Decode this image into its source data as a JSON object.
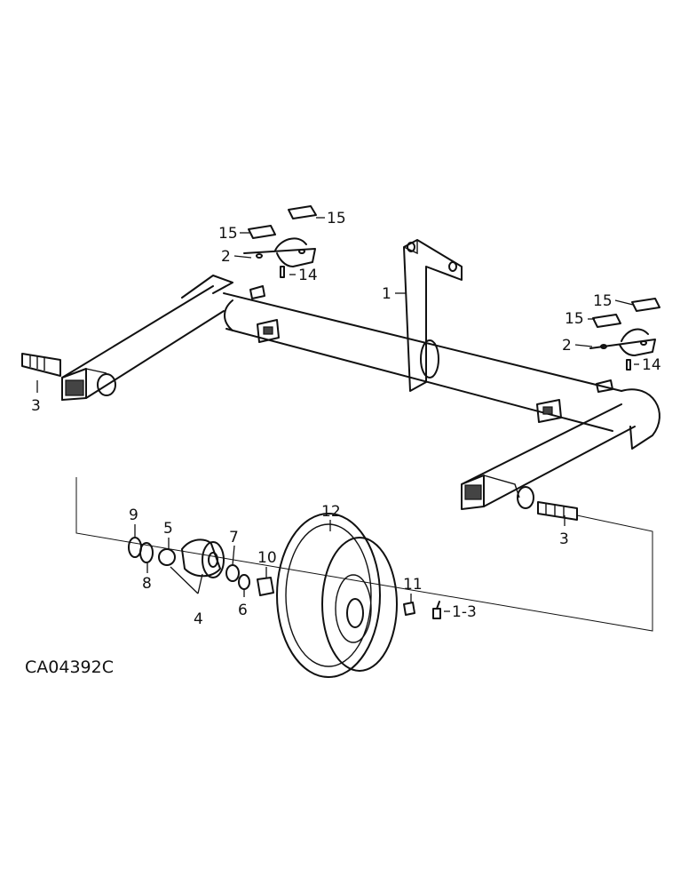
{
  "drawing_code": "CA04392C",
  "callouts": [
    {
      "id": "c1",
      "label": "1"
    },
    {
      "id": "c2a",
      "label": "2"
    },
    {
      "id": "c2b",
      "label": "2"
    },
    {
      "id": "c3a",
      "label": "3"
    },
    {
      "id": "c3b",
      "label": "3"
    },
    {
      "id": "c4",
      "label": "4"
    },
    {
      "id": "c5",
      "label": "5"
    },
    {
      "id": "c6",
      "label": "6"
    },
    {
      "id": "c7",
      "label": "7"
    },
    {
      "id": "c8",
      "label": "8"
    },
    {
      "id": "c9",
      "label": "9"
    },
    {
      "id": "c10",
      "label": "10"
    },
    {
      "id": "c11",
      "label": "11"
    },
    {
      "id": "c12",
      "label": "12"
    },
    {
      "id": "c13",
      "label": "1-3"
    },
    {
      "id": "c14a",
      "label": "14"
    },
    {
      "id": "c14b",
      "label": "14"
    },
    {
      "id": "c15a",
      "label": "15"
    },
    {
      "id": "c15b",
      "label": "15"
    },
    {
      "id": "c15c",
      "label": "15"
    },
    {
      "id": "c15d",
      "label": "15"
    }
  ]
}
